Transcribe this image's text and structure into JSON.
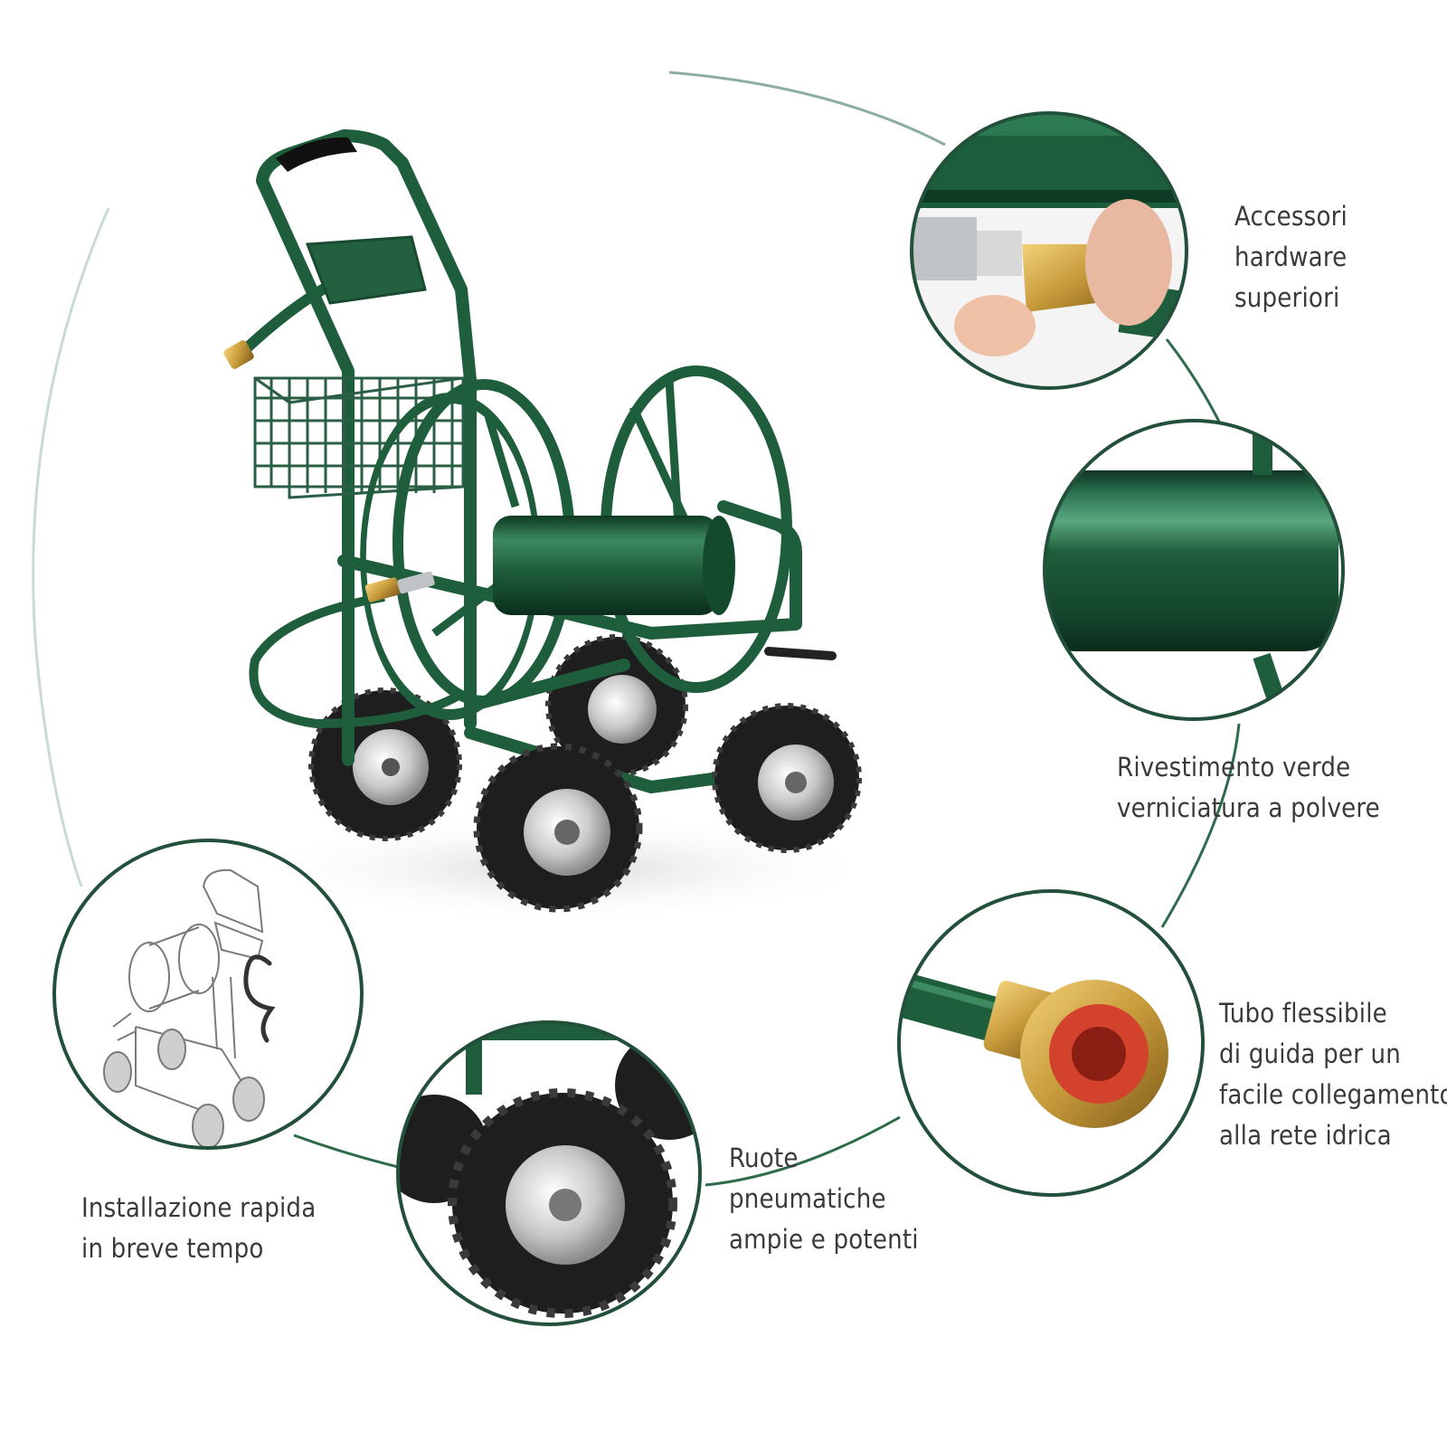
{
  "features": [
    {
      "id": "hardware",
      "lines": [
        "Accessori",
        "hardware",
        "superiori"
      ]
    },
    {
      "id": "coating",
      "lines": [
        "Rivestimento verde",
        "verniciatura a polvere"
      ]
    },
    {
      "id": "hose",
      "lines": [
        "Tubo flessibile",
        "di guida per un",
        "facile collegamento",
        "alla rete idrica"
      ]
    },
    {
      "id": "wheels",
      "lines": [
        "Ruote",
        "pneumatiche",
        "ampie e potenti"
      ]
    },
    {
      "id": "install",
      "lines": [
        "Installazione rapida",
        "in breve tempo"
      ]
    }
  ],
  "colors": {
    "frame_green": "#1f5e3c",
    "ring_green": "#23503a",
    "tire_black": "#1e1e1e",
    "brass": "#c79a3a",
    "text": "#3a3a3a"
  }
}
